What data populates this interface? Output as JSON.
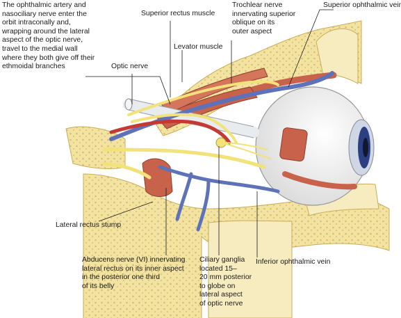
{
  "labels": {
    "ophthalmic_artery_note": "The ophthalmic artery and\nnasociliary nerve enter the\norbit intraconally and,\nwrapping around the lateral\naspect of the optic nerve,\ntravel to the medial wall\nwhere they both give off their\nethmoidal branches",
    "superior_rectus": "Superior rectus muscle",
    "trochlear_note": "Trochlear nerve\ninnervating superior\noblique on its\nouter aspect",
    "superior_ophthalmic_vein": "Superior ophthalmic vein",
    "levator": "Levator muscle",
    "optic_nerve": "Optic nerve",
    "lateral_rectus_stump": "Lateral rectus stump",
    "abducens_note": "Abducens nerve (VI) innervating\nlateral rectus on its inner aspect\nin the posterior one third\nof its belly",
    "ciliary_ganglia_note": "Ciliary ganglia\nlocated 15–\n20 mm posterior\nto globe on\nlateral aspect\nof optic nerve",
    "inferior_ophthalmic_vein": "Inferior ophthalmic vein"
  },
  "colors": {
    "bone": "#f3e3a2",
    "bone_dark": "#d9bf6a",
    "marrow": "#e8d58d",
    "nerve": "#f2e27a",
    "muscle": "#c9624a",
    "artery": "#c43a33",
    "vein": "#5d72b8",
    "globe": "#eeeeee",
    "iris": "#2b3f82"
  }
}
